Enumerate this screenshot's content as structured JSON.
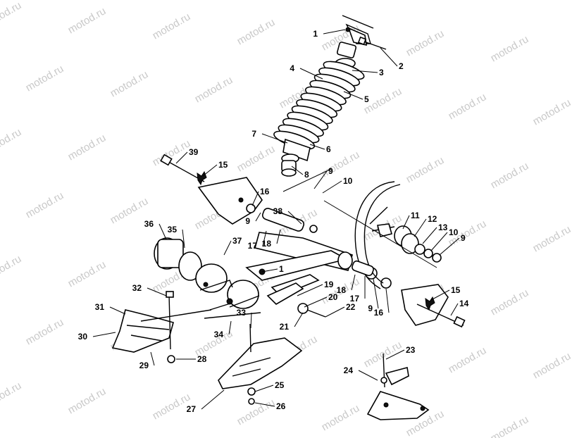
{
  "watermark": "motod.ru",
  "callouts": [
    {
      "id": "c1a",
      "label": "1"
    },
    {
      "id": "c2",
      "label": "2"
    },
    {
      "id": "c3",
      "label": "3"
    },
    {
      "id": "c4",
      "label": "4"
    },
    {
      "id": "c5",
      "label": "5"
    },
    {
      "id": "c6",
      "label": "6"
    },
    {
      "id": "c7",
      "label": "7"
    },
    {
      "id": "c8",
      "label": "8"
    },
    {
      "id": "c9a",
      "label": "9"
    },
    {
      "id": "c10a",
      "label": "10"
    },
    {
      "id": "c39",
      "label": "39"
    },
    {
      "id": "c15a",
      "label": "15"
    },
    {
      "id": "c16a",
      "label": "16"
    },
    {
      "id": "c38",
      "label": "38"
    },
    {
      "id": "c9b",
      "label": "9"
    },
    {
      "id": "c18a",
      "label": "18"
    },
    {
      "id": "c17a",
      "label": "17"
    },
    {
      "id": "c36",
      "label": "36"
    },
    {
      "id": "c35",
      "label": "35"
    },
    {
      "id": "c37",
      "label": "37"
    },
    {
      "id": "c1b",
      "label": "1"
    },
    {
      "id": "c11",
      "label": "11"
    },
    {
      "id": "c12",
      "label": "12"
    },
    {
      "id": "c13",
      "label": "13"
    },
    {
      "id": "c10b",
      "label": "10"
    },
    {
      "id": "c9c",
      "label": "9"
    },
    {
      "id": "c19",
      "label": "19"
    },
    {
      "id": "c20",
      "label": "20"
    },
    {
      "id": "c22",
      "label": "22"
    },
    {
      "id": "c21",
      "label": "21"
    },
    {
      "id": "c18b",
      "label": "18"
    },
    {
      "id": "c17b",
      "label": "17"
    },
    {
      "id": "c9d",
      "label": "9"
    },
    {
      "id": "c16b",
      "label": "16"
    },
    {
      "id": "c15b",
      "label": "15"
    },
    {
      "id": "c14",
      "label": "14"
    },
    {
      "id": "c32",
      "label": "32"
    },
    {
      "id": "c31",
      "label": "31"
    },
    {
      "id": "c30",
      "label": "30"
    },
    {
      "id": "c29",
      "label": "29"
    },
    {
      "id": "c28",
      "label": "28"
    },
    {
      "id": "c33",
      "label": "33"
    },
    {
      "id": "c34",
      "label": "34"
    },
    {
      "id": "c23",
      "label": "23"
    },
    {
      "id": "c24",
      "label": "24"
    },
    {
      "id": "c25",
      "label": "25"
    },
    {
      "id": "c26",
      "label": "26"
    },
    {
      "id": "c27",
      "label": "27"
    }
  ]
}
